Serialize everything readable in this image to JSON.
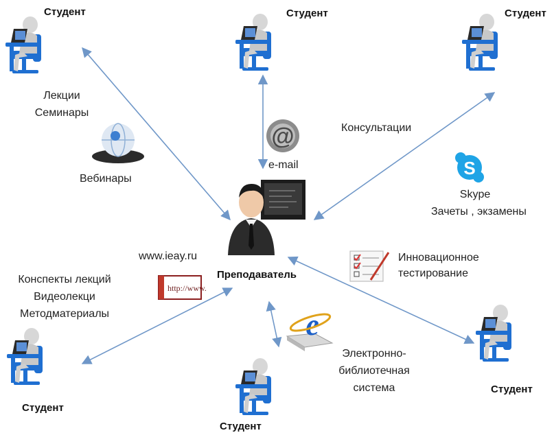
{
  "students": {
    "top_left": "Студент",
    "top_center": "Студент",
    "top_right": "Студент",
    "bottom_left": "Студент",
    "bottom_center": "Студент",
    "bottom_right": "Студент"
  },
  "teacher": "Преподаватель",
  "labels": {
    "lectures": "Лекции",
    "seminars": "Семинары",
    "webinars": "Вебинары",
    "email": "e-mail",
    "consultations": "Консультации",
    "skype": "Skype",
    "exams": "Зачеты , экзамены",
    "website": "www.ieay.ru",
    "url_sign": "http://www.",
    "lecture_notes": "Конспекты лекций",
    "video_lectures": "Видеолекци",
    "method_materials": "Методматериалы",
    "innovative": "Инновационное",
    "testing": "тестирование",
    "elib_line1": "Электронно-",
    "elib_line2": "библиотечная",
    "elib_line3": "система",
    "email_glyph": "@",
    "e_glyph": "e",
    "skype_glyph": "S"
  },
  "colors": {
    "arrow": "#6f97c8",
    "student_blue": "#1f6fd1",
    "person_grey": "#d7d7d7",
    "teacher_suit": "#2b2b2b",
    "skype_blue": "#1fa4e6",
    "ie_blue": "#1b5fc7",
    "url_red": "#c0392b"
  }
}
